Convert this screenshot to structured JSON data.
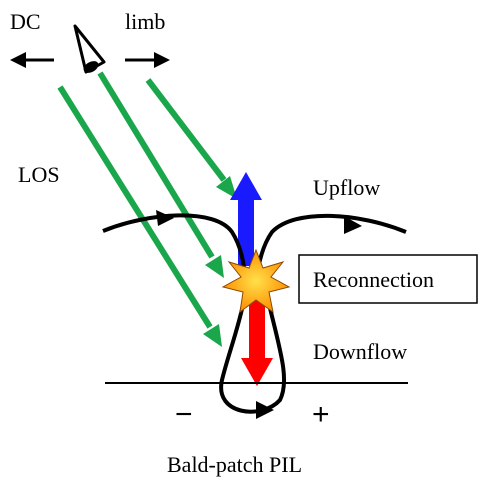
{
  "labels": {
    "dc": "DC",
    "limb": "limb",
    "los": "LOS",
    "upflow": "Upflow",
    "reconnection": "Reconnection",
    "downflow": "Downflow",
    "minus": "−",
    "plus": "+",
    "pil": "Bald-patch PIL"
  },
  "colors": {
    "los_arrow": "#1aa64a",
    "upflow_arrow": "#1a1aff",
    "downflow_arrow": "#ff0000",
    "field_line": "#000000",
    "star_outer": "#ff8a00",
    "star_inner": "#ffe14a"
  },
  "icons": {
    "observer": "eye-icon",
    "reconnection_site": "star-burst-icon"
  }
}
